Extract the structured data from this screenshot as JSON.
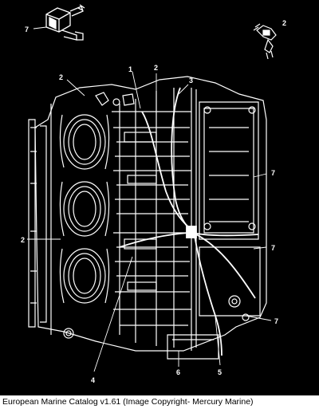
{
  "diagram": {
    "callouts": {
      "c7_fitting": "7",
      "c2_elbow": "2",
      "c2_left_top": "2",
      "c1": "1",
      "c2_center": "2",
      "c3": "3",
      "c7_right_upper": "7",
      "c2_left_mid": "2",
      "c7_right_mid": "7",
      "c7_right_low": "7",
      "c4": "4",
      "c6": "6",
      "c5": "5"
    },
    "colors": {
      "background": "#000000",
      "linework": "#ffffff"
    }
  },
  "caption": "European Marine Catalog v1.61 (Image Copyright- Mercury Marine)"
}
